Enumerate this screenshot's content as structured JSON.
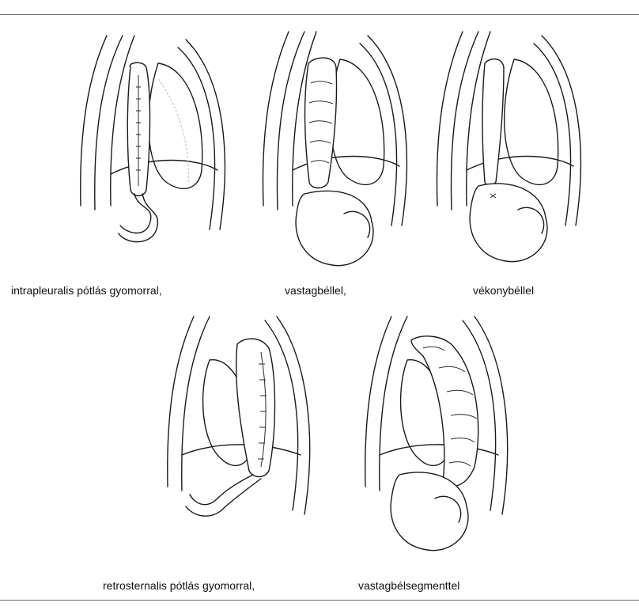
{
  "figures": [
    {
      "caption": "intrapleuralis pótlás gyomorral,",
      "variant": "stomach-intrapleural"
    },
    {
      "caption": "vastagbéllel,",
      "variant": "colon"
    },
    {
      "caption": "vékonybéllel",
      "variant": "small-intestine"
    },
    {
      "caption": "retrosternalis pótlás gyomorral,",
      "variant": "stomach-retrosternal"
    },
    {
      "caption": "vastagbélsegmenttel",
      "variant": "colon-segment"
    }
  ]
}
